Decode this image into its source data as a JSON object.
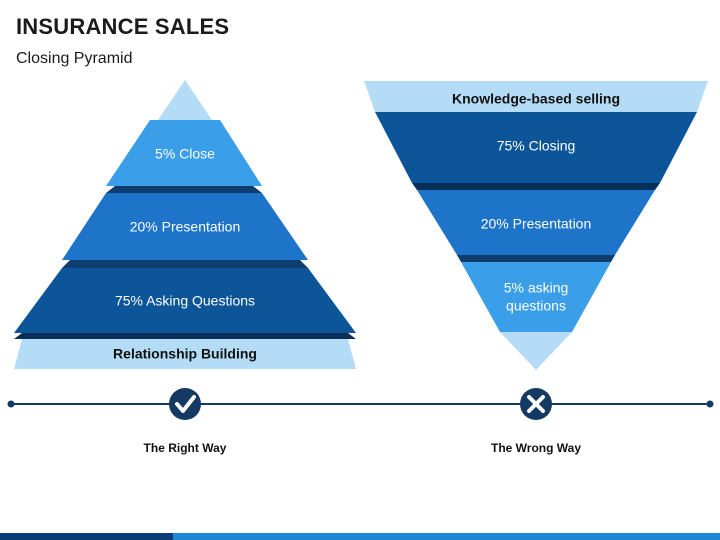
{
  "header": {
    "title": "INSURANCE SALES",
    "subtitle": "Closing Pyramid"
  },
  "colors": {
    "top_tier": "#3a9ee8",
    "mid_tier": "#1d74c8",
    "bottom_tier": "#0d5599",
    "pale_tier": "#b4dcf6",
    "line": "#143a64"
  },
  "left_pyramid": {
    "levels": [
      "5% Close",
      "20% Presentation",
      "75% Asking Questions",
      "Relationship Building"
    ],
    "caption": "The Right Way",
    "status_icon": "check-icon"
  },
  "right_pyramid": {
    "levels": [
      "Knowledge-based selling",
      "75% Closing",
      "20% Presentation",
      "5% asking questions"
    ],
    "caption": "The Wrong Way",
    "status_icon": "cross-icon"
  }
}
